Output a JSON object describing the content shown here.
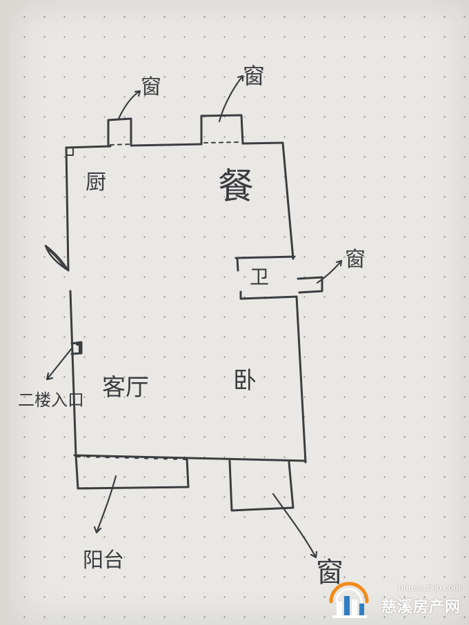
{
  "labels": {
    "kitchen": "厨",
    "dining": "餐",
    "bathroom": "卫",
    "living": "客厅",
    "bedroom": "卧",
    "stair_entrance": "二楼入口",
    "balcony": "阳台",
    "window_top_left": "窗",
    "window_top_right": "窗",
    "window_right": "窗",
    "window_bottom": "窗"
  },
  "watermark": {
    "url": "house.zxip.com",
    "name": "慈溪房产网",
    "logo_icon": "building-logo-icon",
    "color": "#ffffff",
    "logo_accent": "#f28a1a"
  },
  "colors": {
    "ink": "#3a3d40",
    "paper": "#e9e8e4",
    "dots": "#8c8c88"
  }
}
